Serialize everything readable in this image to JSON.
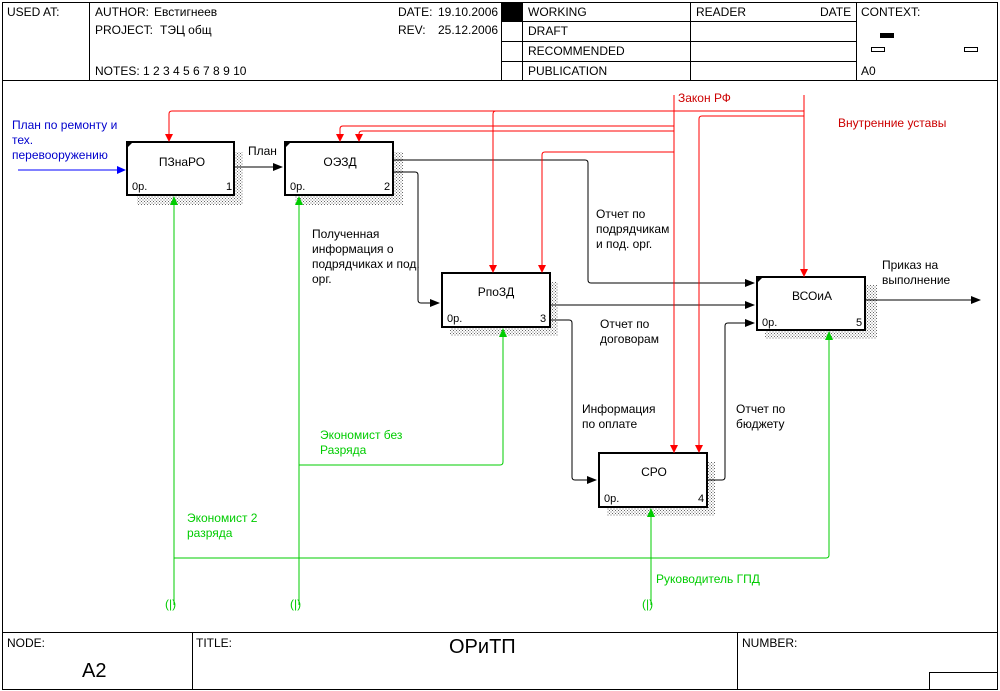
{
  "header": {
    "used_at": "USED AT:",
    "author_label": "AUTHOR:",
    "author": "Евстигнеев",
    "project_label": "PROJECT:",
    "project": "ТЭЦ общ",
    "date_label": "DATE:",
    "date": "19.10.2006",
    "rev_label": "REV:",
    "rev": "25.12.2006",
    "notes": "NOTES:  1  2  3  4  5  6  7  8  9  10",
    "status": [
      "WORKING",
      "DRAFT",
      "RECOMMENDED",
      "PUBLICATION"
    ],
    "reader": "READER",
    "date_col": "DATE",
    "context": "CONTEXT:",
    "context_node": "A0"
  },
  "footer": {
    "node_label": "NODE:",
    "node": "A2",
    "title_label": "TITLE:",
    "title": "ОРиТП",
    "number_label": "NUMBER:"
  },
  "boxes": [
    {
      "name": "ПЗнаРО",
      "cost": "0р.",
      "num": "1"
    },
    {
      "name": "ОЭЗД",
      "cost": "0р.",
      "num": "2"
    },
    {
      "name": "РпоЗД",
      "cost": "0р.",
      "num": "3"
    },
    {
      "name": "СРО",
      "cost": "0р.",
      "num": "4"
    },
    {
      "name": "ВСОиА",
      "cost": "0р.",
      "num": "5"
    }
  ],
  "labels": {
    "plan_input": "План по ремонту и тех. перевооружению",
    "plan": "План",
    "zakon": "Закон РФ",
    "ustavy": "Внутренние уставы",
    "info_podr": "Полученная информация о подрядчиках и под. орг.",
    "otchet_podr": "Отчет по подрядчикам и под. орг.",
    "prikaz": "Приказ на выполнение",
    "otchet_dog": "Отчет по договорам",
    "info_oplata": "Информация по оплате",
    "otchet_budget": "Отчет по бюджету",
    "ekon_bez": "Экономист без Разряда",
    "ekon_2": "Экономист 2 разряда",
    "ruk_gpd": "Руководитель ГПД"
  },
  "tunnels": [
    "(|)",
    "(|)",
    "(|)"
  ],
  "colors": {
    "control": "#ff0000",
    "mechanism": "#00cc00",
    "input": "#0000ff",
    "line": "#000000"
  }
}
